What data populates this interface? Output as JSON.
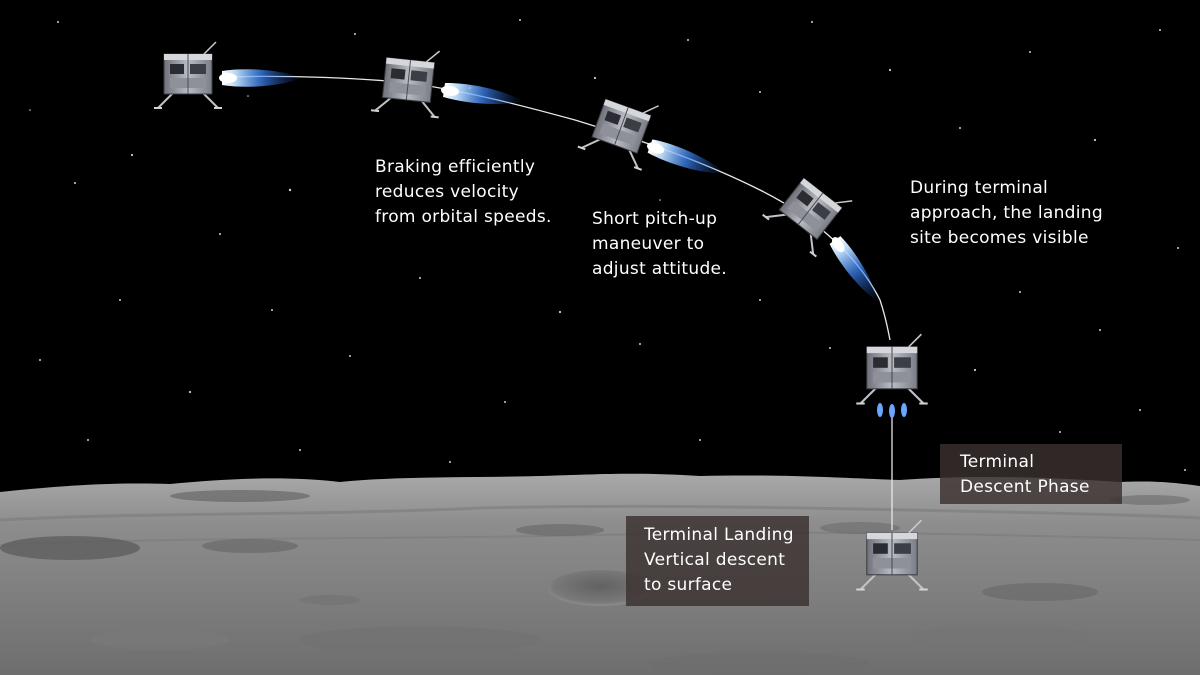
{
  "colors": {
    "sky": "#000000",
    "surface": "#8f8f8f",
    "trajectory": "#e8e8e8",
    "thruster_plume": "#3f8cff",
    "label_box": "#3a3030",
    "text": "#ffffff"
  },
  "icons": [
    "lunar-lander-icon",
    "thruster-plume-icon",
    "moon-surface",
    "starfield"
  ],
  "captions": {
    "braking": [
      "Braking efficiently",
      "reduces velocity",
      "from orbital speeds."
    ],
    "pitch_up": [
      "Short pitch-up",
      "maneuver to",
      "adjust attitude."
    ],
    "approach": [
      "During terminal",
      "approach, the landing",
      "site becomes visible"
    ]
  },
  "labels": {
    "terminal_descent": [
      "Terminal",
      "Descent Phase"
    ],
    "terminal_landing": [
      "Terminal Landing",
      "Vertical descent",
      "to surface"
    ]
  },
  "phase_sequence": [
    "Braking",
    "Pitch-up maneuver",
    "Terminal approach",
    "Terminal descent",
    "Terminal landing"
  ]
}
